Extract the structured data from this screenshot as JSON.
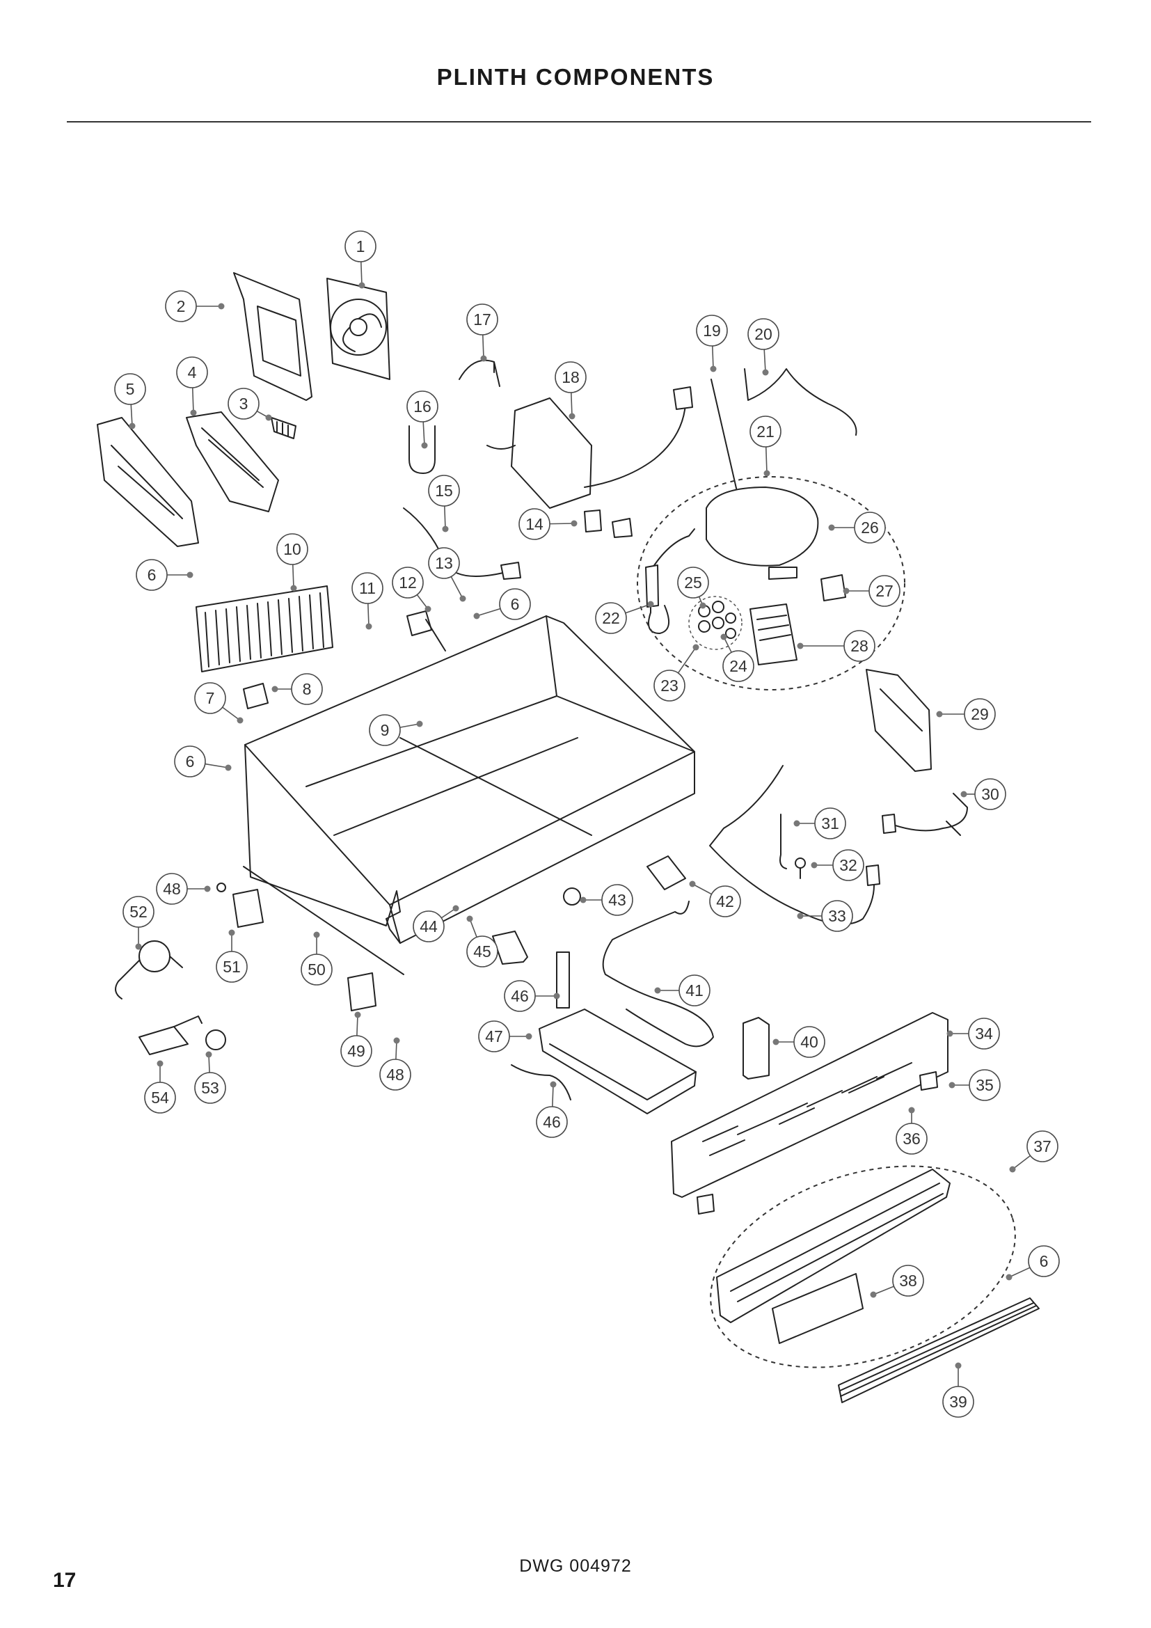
{
  "page": {
    "title": "PLINTH COMPONENTS",
    "drawing_number": "DWG 004972",
    "page_number": "17"
  },
  "callouts": [
    {
      "label": "1"
    },
    {
      "label": "2"
    },
    {
      "label": "3"
    },
    {
      "label": "4"
    },
    {
      "label": "5"
    },
    {
      "label": "6"
    },
    {
      "label": "6"
    },
    {
      "label": "6"
    },
    {
      "label": "6"
    },
    {
      "label": "7"
    },
    {
      "label": "8"
    },
    {
      "label": "9"
    },
    {
      "label": "10"
    },
    {
      "label": "11"
    },
    {
      "label": "12"
    },
    {
      "label": "13"
    },
    {
      "label": "14"
    },
    {
      "label": "15"
    },
    {
      "label": "16"
    },
    {
      "label": "17"
    },
    {
      "label": "18"
    },
    {
      "label": "19"
    },
    {
      "label": "20"
    },
    {
      "label": "21"
    },
    {
      "label": "22"
    },
    {
      "label": "23"
    },
    {
      "label": "24"
    },
    {
      "label": "25"
    },
    {
      "label": "26"
    },
    {
      "label": "27"
    },
    {
      "label": "28"
    },
    {
      "label": "29"
    },
    {
      "label": "30"
    },
    {
      "label": "31"
    },
    {
      "label": "32"
    },
    {
      "label": "33"
    },
    {
      "label": "34"
    },
    {
      "label": "35"
    },
    {
      "label": "36"
    },
    {
      "label": "37"
    },
    {
      "label": "38"
    },
    {
      "label": "39"
    },
    {
      "label": "40"
    },
    {
      "label": "41"
    },
    {
      "label": "42"
    },
    {
      "label": "43"
    },
    {
      "label": "44"
    },
    {
      "label": "45"
    },
    {
      "label": "46"
    },
    {
      "label": "46"
    },
    {
      "label": "47"
    },
    {
      "label": "48"
    },
    {
      "label": "48"
    },
    {
      "label": "49"
    },
    {
      "label": "50"
    },
    {
      "label": "51"
    },
    {
      "label": "52"
    },
    {
      "label": "53"
    },
    {
      "label": "54"
    },
    {
      "label": "6"
    }
  ]
}
